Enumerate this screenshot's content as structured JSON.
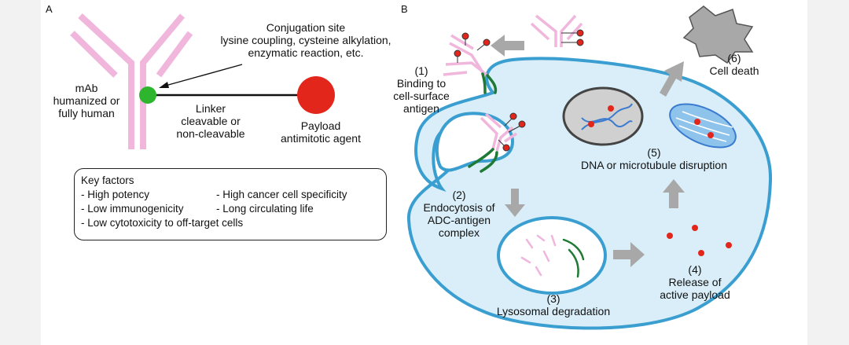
{
  "panel_a": {
    "letter": "A",
    "conjugation_site": [
      "Conjugation site",
      "lysine coupling, cysteine alkylation,",
      "enzymatic reaction, etc."
    ],
    "mab": [
      "mAb",
      "humanized or",
      "fully human"
    ],
    "linker": [
      "Linker",
      "cleavable or",
      "non-cleavable"
    ],
    "payload": [
      "Payload",
      "antimitotic agent"
    ],
    "key_factors": {
      "title": "Key factors",
      "items": [
        "- High potency",
        "- High cancer cell specificity",
        "- Low immunogenicity",
        "- Long circulating life",
        "- Low cytotoxicity to off-target cells"
      ]
    }
  },
  "panel_b": {
    "letter": "B",
    "steps": {
      "s1": [
        "(1)",
        "Binding to",
        "cell-surface",
        "antigen"
      ],
      "s2": [
        "(2)",
        "Endocytosis of",
        "ADC-antigen",
        "complex"
      ],
      "s3": [
        "(3)",
        "Lysosomal degradation"
      ],
      "s4": [
        "(4)",
        "Release of",
        "active payload"
      ],
      "s5": [
        "(5)",
        "DNA or microtubule disruption"
      ],
      "s6": [
        "(6)",
        "Cell death"
      ]
    }
  },
  "colors": {
    "antibody_pink": "#f0b6dc",
    "linker_green": "#2db52d",
    "payload_red": "#e3261b",
    "cell_fill": "#d9eef8",
    "cell_border": "#3a9fd0",
    "arrow_gray": "#a8a8a8",
    "antigen_green": "#1e7a35"
  }
}
